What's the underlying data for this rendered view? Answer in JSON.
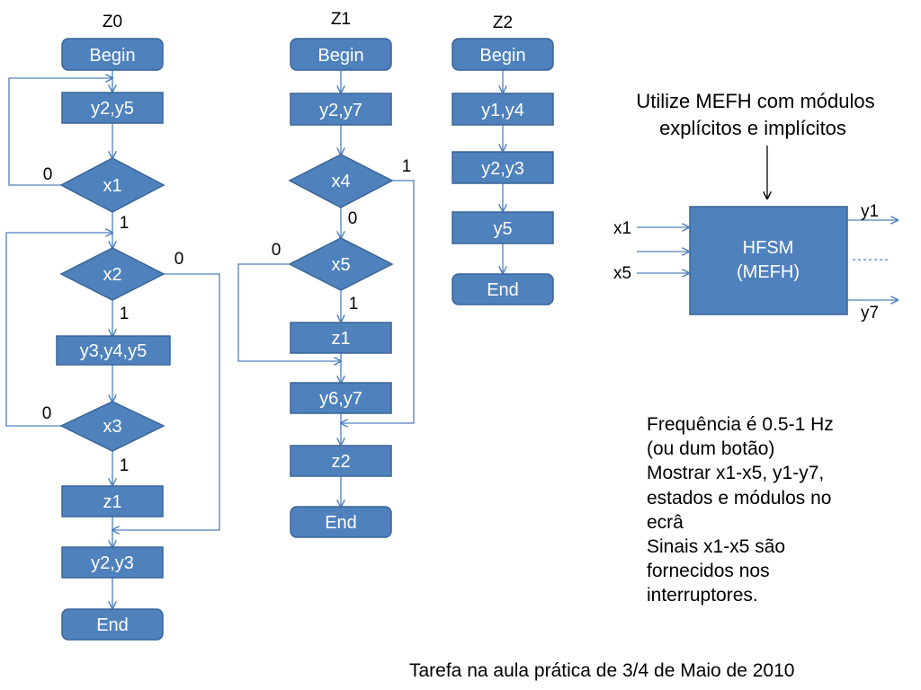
{
  "diagram": {
    "colors": {
      "fill": "#4f81bd",
      "stroke": "#3a6599",
      "line": "#4f81bd",
      "text_on_fill": "#ffffff",
      "text": "#000000"
    },
    "z0": {
      "title": "Z0",
      "begin": "Begin",
      "y2_y5": "y2,y5",
      "x1": "x1",
      "x1_zero": "0",
      "x1_one": "1",
      "x2": "x2",
      "x2_zero": "0",
      "x2_one": "1",
      "y3_y4_y5": "y3,y4,y5",
      "x3": "x3",
      "x3_zero": "0",
      "x3_one": "1",
      "z1": "z1",
      "y2_y3": "y2,y3",
      "end": "End"
    },
    "z1": {
      "title": "Z1",
      "begin": "Begin",
      "y2_y7": "y2,y7",
      "x4": "x4",
      "x4_one": "1",
      "x4_zero": "0",
      "x5": "x5",
      "x5_zero": "0",
      "x5_one": "1",
      "z1": "z1",
      "y6_y7": "y6,y7",
      "z2": "z2",
      "end": "End"
    },
    "z2": {
      "title": "Z2",
      "begin": "Begin",
      "y1_y4": "y1,y4",
      "y2_y3": "y2,y3",
      "y5": "y5",
      "end": "End"
    },
    "hfsm": {
      "note_line1": "Utilize MEFH com módulos",
      "note_line2": "explícitos e implícitos",
      "label_line1": "HFSM",
      "label_line2": "(MEFH)",
      "input_x1": "x1",
      "input_x5": "x5",
      "output_y1": "y1",
      "output_y7": "y7"
    }
  },
  "info": {
    "lines": [
      "Frequência é 0.5-1 Hz",
      "(ou dum botão)",
      "Mostrar x1-x5, y1-y7,",
      "estados e módulos no",
      "ecrâ",
      "Sinais x1-x5 são",
      "fornecidos nos",
      "interruptores."
    ]
  },
  "footer": "Tarefa na aula prática de 3/4 de Maio de 2010"
}
